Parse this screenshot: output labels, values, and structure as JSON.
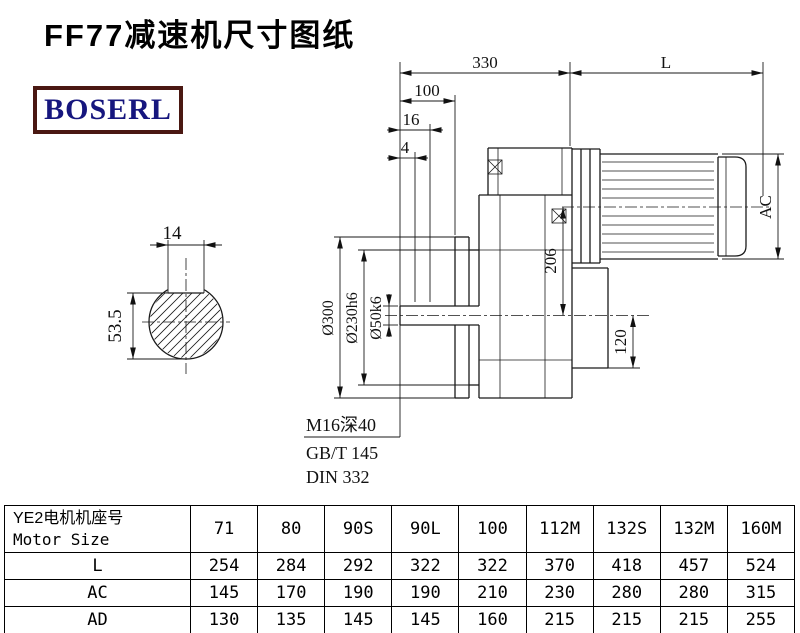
{
  "page": {
    "title": "FF77减速机尺寸图纸",
    "logo": "BOSERL"
  },
  "colors": {
    "logo_border": "#4a1812",
    "logo_text": "#16167e",
    "line": "#1a1a1a"
  },
  "drawing": {
    "dim_total_330": "330",
    "dim_motor_length": "L",
    "dim_100": "100",
    "dim_16": "16",
    "dim_4": "4",
    "dim_motor_diameter": "AC",
    "dim_206": "206",
    "dim_120": "120",
    "dia_flange": "Ø300",
    "dia_spigot": "Ø230h6",
    "dia_shaft": "Ø50k6",
    "dim_keyway_width": "14",
    "dim_key_to_bottom": "53.5",
    "note_tap": "M16深40",
    "note_gb": "GB/T 145",
    "note_din": "DIN 332"
  },
  "table": {
    "header_cn": "YE2电机机座号",
    "header_en": "Motor Size",
    "motor_sizes": [
      "71",
      "80",
      "90S",
      "90L",
      "100",
      "112M",
      "132S",
      "132M",
      "160M"
    ],
    "rows": [
      {
        "label": "L",
        "values": [
          254,
          284,
          292,
          322,
          322,
          370,
          418,
          457,
          524
        ]
      },
      {
        "label": "AC",
        "values": [
          145,
          170,
          190,
          190,
          210,
          230,
          280,
          280,
          315
        ]
      },
      {
        "label": "AD",
        "values": [
          130,
          135,
          145,
          145,
          160,
          215,
          215,
          215,
          255
        ]
      }
    ]
  }
}
